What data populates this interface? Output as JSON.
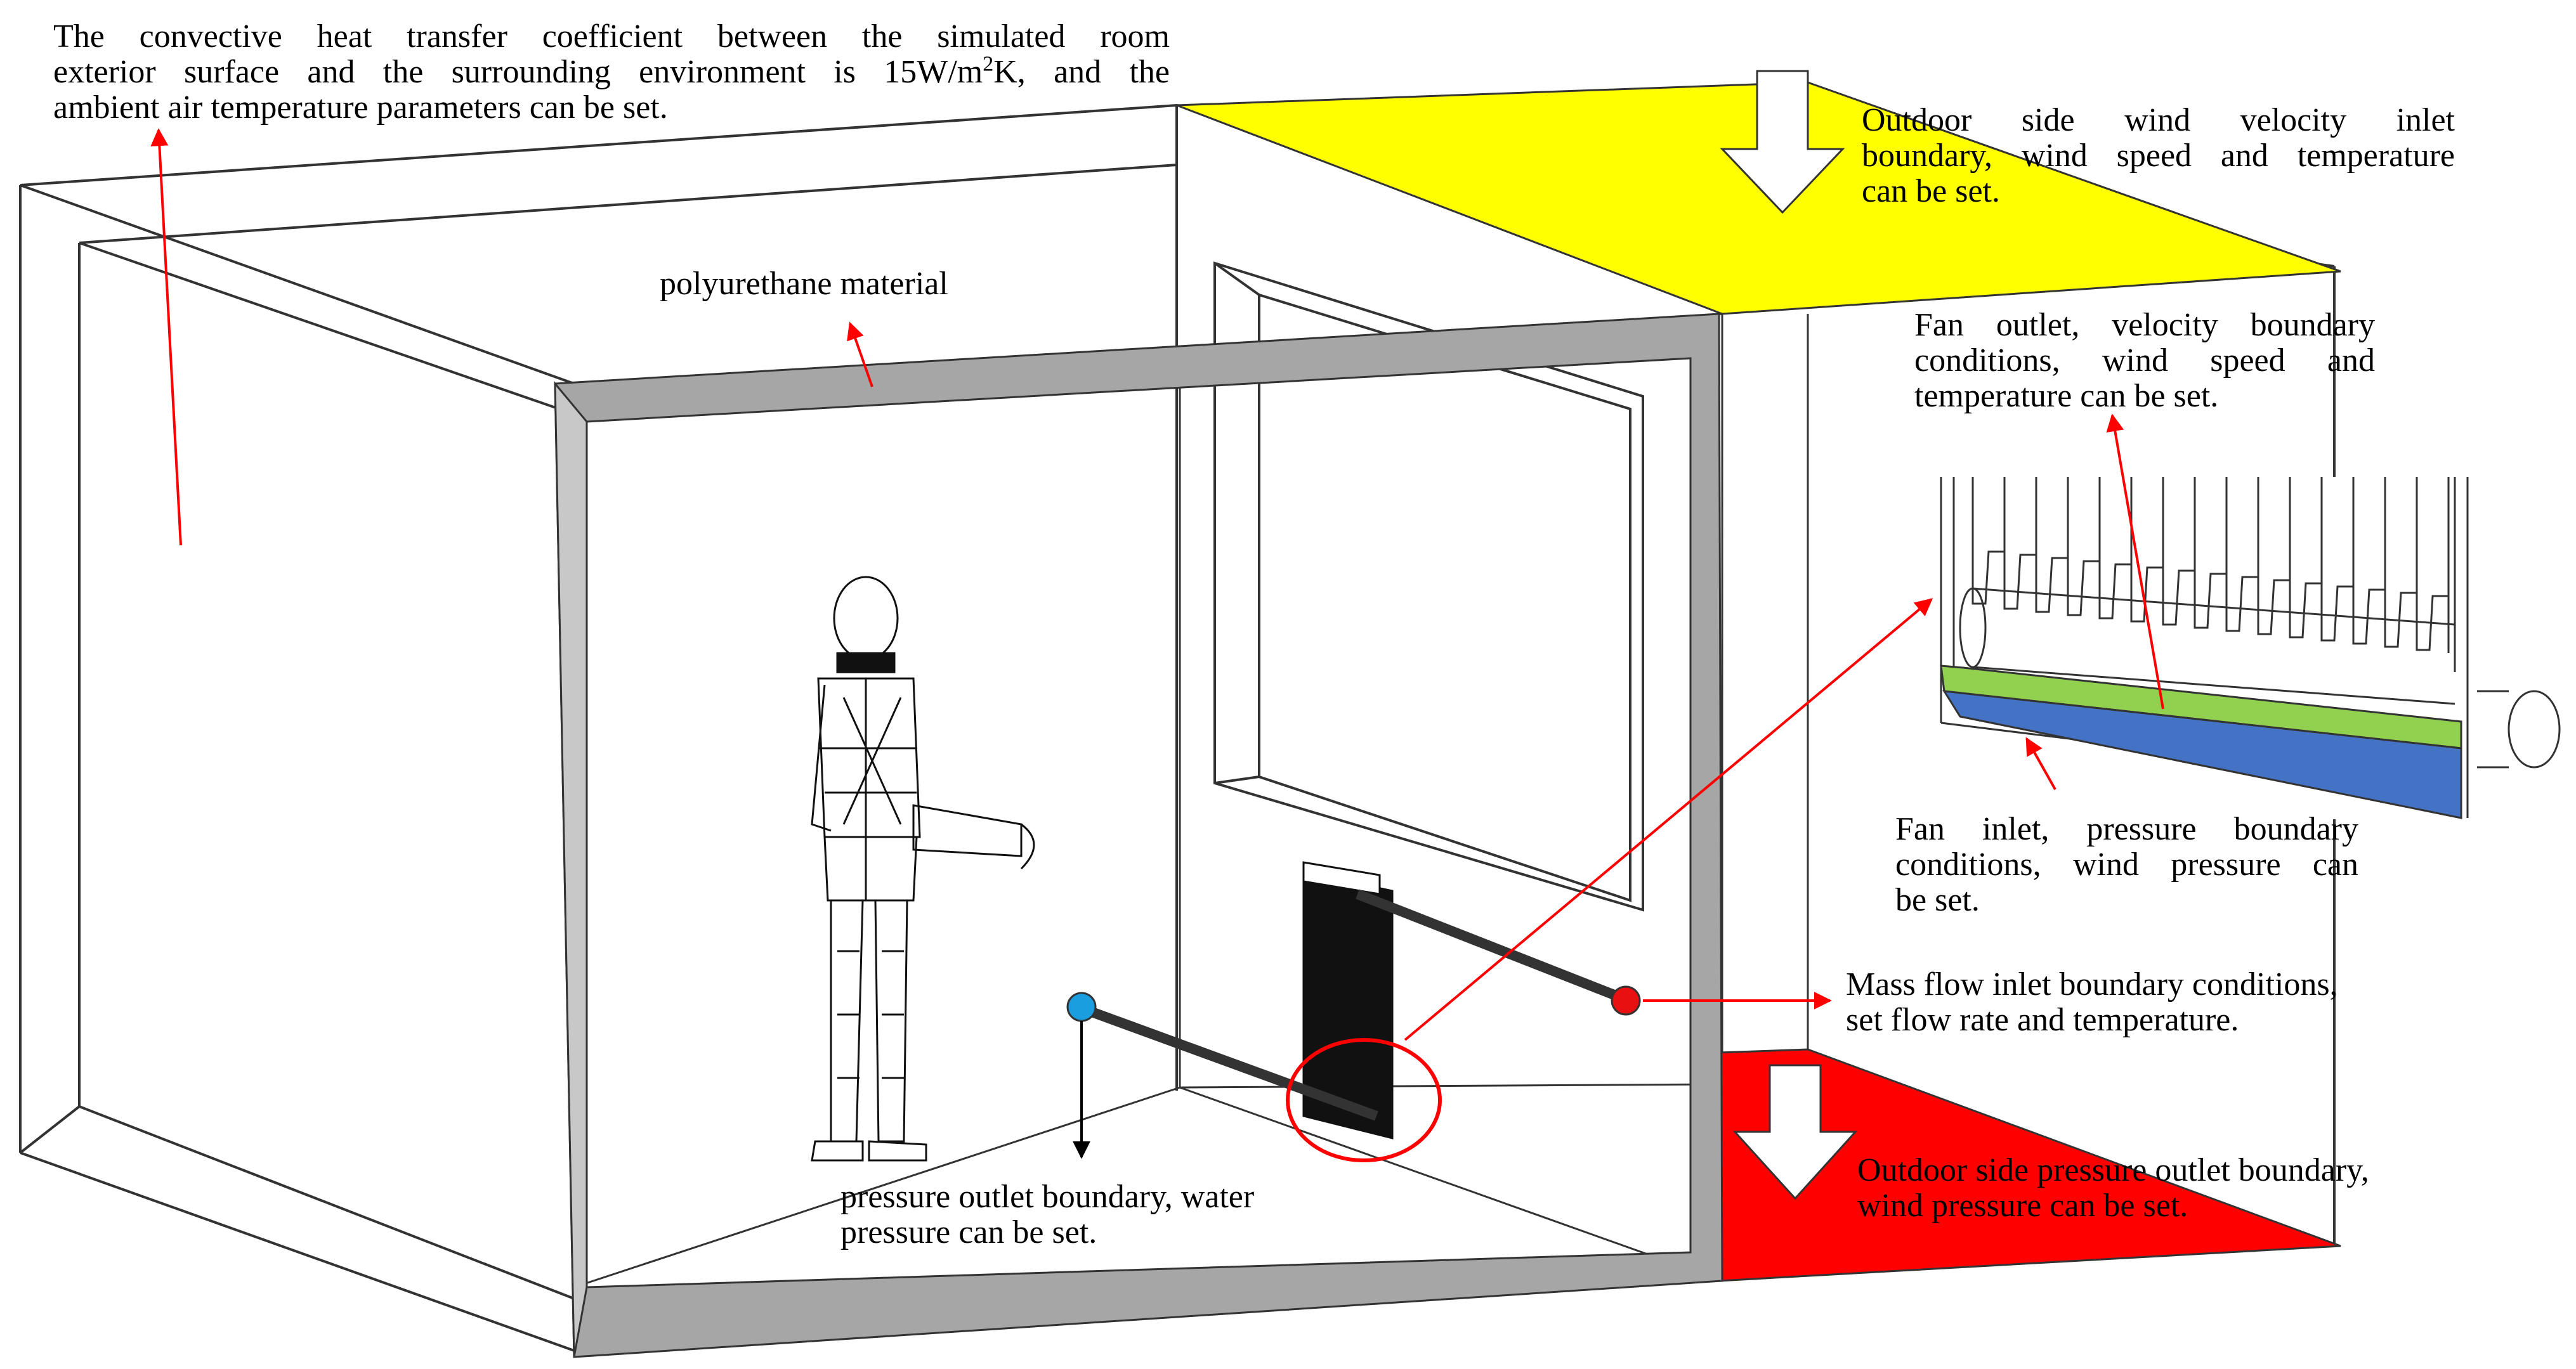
{
  "labels": {
    "convective": [
      "The convective heat transfer coefficient between the simulated room",
      "exterior surface and the surrounding environment is 15W/m",
      "2",
      "K, and the",
      "ambient air temperature parameters can be set."
    ],
    "polyurethane": "polyurethane material",
    "outdoor_inlet": [
      "Outdoor side wind velocity inlet",
      "boundary, wind speed and temperature",
      "can be set."
    ],
    "fan_outlet": [
      "Fan outlet, velocity boundary",
      "conditions, wind speed and",
      "temperature can be set."
    ],
    "fan_inlet": [
      "Fan inlet, pressure boundary",
      "conditions, wind pressure can",
      "be set."
    ],
    "mass_flow": [
      "Mass flow inlet boundary conditions,",
      "set flow rate and temperature."
    ],
    "pressure_outlet": [
      "pressure outlet boundary, water",
      "pressure can be set."
    ],
    "outdoor_outlet": [
      "Outdoor side pressure outlet boundary,",
      "wind pressure can be set."
    ]
  },
  "colors": {
    "yellow_inlet": "#ffff00",
    "red_outlet": "#ff0000",
    "green_fan_outlet": "#92d050",
    "blue_fan_inlet": "#4472c4",
    "wall": "#a6a6a6",
    "arrow": "#ff0000",
    "water_inlet_dot": "#e81010",
    "water_outlet_dot": "#1a9ee0"
  }
}
